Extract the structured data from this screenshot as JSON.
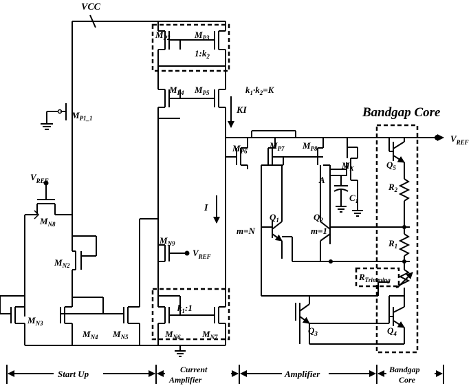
{
  "labels": {
    "vcc": "VCC",
    "mp2": "M",
    "mp2_sub": "P2",
    "mp3": "M",
    "mp3_sub": "P3",
    "ratio_k2": "1:k",
    "ratio_k2_sub": "2",
    "mp4": "M",
    "mp4_sub": "P4",
    "mp5": "M",
    "mp5_sub": "P5",
    "k_eq": "k",
    "k_eq_1": "1",
    "k_eq_mid": "·k",
    "k_eq_2": "2",
    "k_eq_tail": "=K",
    "ki": "KI",
    "mp1": "M",
    "mp1_sub": "P1_1",
    "bandgap_core_title": "Bandgap Core",
    "vref_out": "V",
    "vref_out_sub": "REF",
    "mp6": "M",
    "mp6_sub": "P6",
    "mp7": "M",
    "mp7_sub": "P7",
    "mp8": "M",
    "mp8_sub": "P8",
    "mx": "M",
    "mx_sub": "X",
    "q5": "Q",
    "q5_sub": "5",
    "r2": "R",
    "r2_sub": "2",
    "node_a": "A",
    "c1": "C",
    "c1_sub": "1",
    "vref_left": "V",
    "vref_left_sub": "REF",
    "mn8": "M",
    "mn8_sub": "N8",
    "current_i": "I",
    "q1": "Q",
    "q1_sub": "1",
    "q2": "Q",
    "q2_sub": "2",
    "m_n": "m=N",
    "m_1": "m=1",
    "mn9": "M",
    "mn9_sub": "N9",
    "vref_mn9": "V",
    "vref_mn9_sub": "REF",
    "r1": "R",
    "r1_sub": "1",
    "mn2": "M",
    "mn2_sub": "N2",
    "rtrim": "R",
    "rtrim_sub": "Trimming",
    "ratio_k1": "k",
    "ratio_k1_sub": "1",
    "ratio_k1_tail": ":1",
    "mn3": "M",
    "mn3_sub": "N3",
    "mn4": "M",
    "mn4_sub": "N4",
    "mn5": "M",
    "mn5_sub": "N5",
    "mn6": "M",
    "mn6_sub": "N6",
    "mn7": "M",
    "mn7_sub": "N7",
    "q3": "Q",
    "q3_sub": "3",
    "q4": "Q",
    "q4_sub": "4"
  },
  "sections": {
    "startup": "Start Up",
    "current_amp_1": "Current",
    "current_amp_2": "Amplifier",
    "amplifier": "Amplifier",
    "bandgap_1": "Bandgap",
    "bandgap_2": "Core"
  }
}
